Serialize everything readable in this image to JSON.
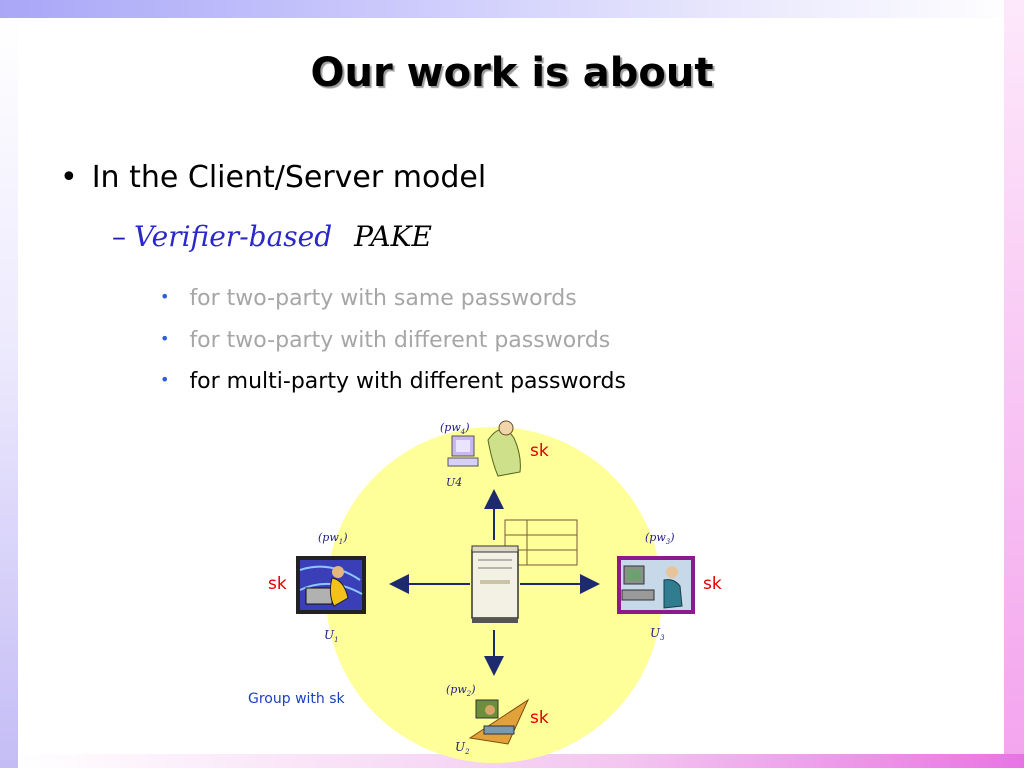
{
  "slide": {
    "title": "Our work is about",
    "bullet_level1": "In the Client/Server model",
    "bullet_level2": {
      "dash": "–",
      "verifier": "Verifier-based",
      "pake": "PAKE"
    },
    "sub_bullets": [
      {
        "text": "for two-party with same passwords",
        "state": "gray"
      },
      {
        "text": "for two-party with different passwords",
        "state": "gray"
      },
      {
        "text": "for multi-party with different passwords",
        "state": "black"
      }
    ]
  },
  "diagram": {
    "group_label": "Group with sk",
    "session_key": "sk",
    "users": [
      {
        "name": "U",
        "sub": "1",
        "pw": "pw",
        "pw_sub": "1"
      },
      {
        "name": "U",
        "sub": "2",
        "pw": "pw",
        "pw_sub": "2"
      },
      {
        "name": "U",
        "sub": "3",
        "pw": "pw",
        "pw_sub": "3"
      },
      {
        "name": "U4",
        "sub": "",
        "pw": "pw",
        "pw_sub": "4"
      }
    ],
    "colors": {
      "circle": "#ffff99",
      "arrow": "#1d2a6d",
      "sk": "#e00000"
    }
  }
}
